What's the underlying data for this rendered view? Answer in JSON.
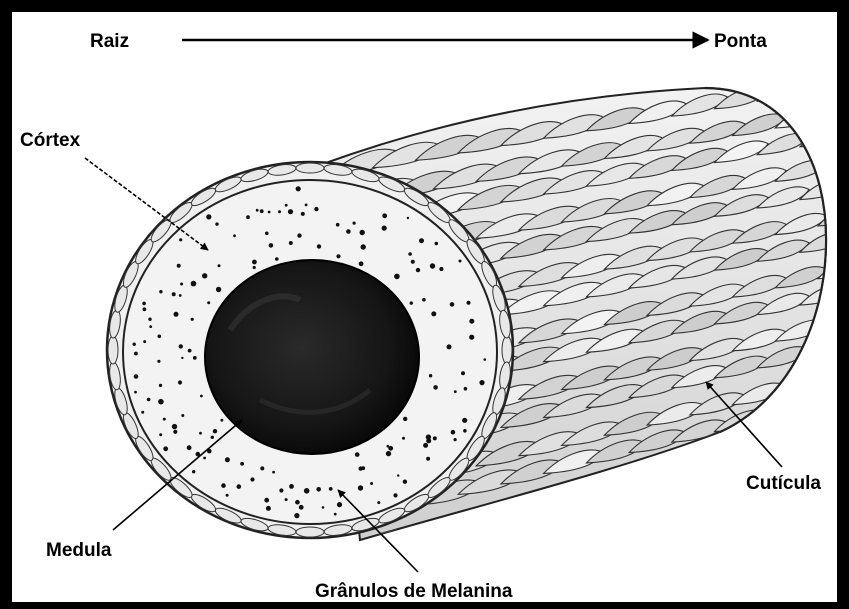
{
  "diagram": {
    "flow": {
      "start": "Raiz",
      "end": "Ponta"
    },
    "labels": {
      "cortex": "Córtex",
      "medula": "Medula",
      "cuticula": "Cutícula",
      "granulos": "Grânulos de Melanina"
    }
  }
}
